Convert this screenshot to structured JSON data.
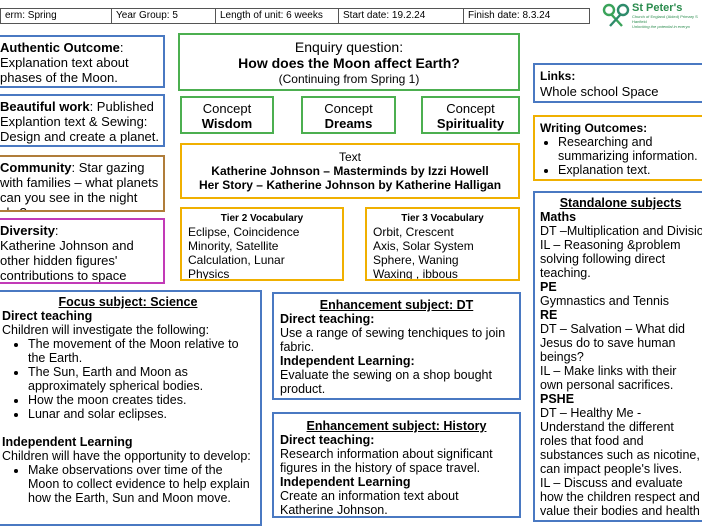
{
  "header": {
    "term": "erm: Spring",
    "year_group": "Year Group: 5",
    "length": "Length of unit:  6 weeks",
    "start_date": "Start date: 19.2.24",
    "finish_date": "Finish date: 8.3.24"
  },
  "logo": {
    "name": "St Peter's",
    "line1": "Church of England (Aided) Primary S",
    "line2": "Hanfield",
    "tagline": "Unlocking the potential in everyo",
    "colors": {
      "green": "#3aa35a",
      "teal": "#2e8b6b",
      "name": "#2b8c4e"
    }
  },
  "authentic": {
    "title": "Authentic Outcome",
    "body": "Explanation text about phases of the Moon."
  },
  "beautiful": {
    "title": "Beautiful work",
    "body": ": Published Explantion text & Sewing: Design and create a planet."
  },
  "community": {
    "title": "Community",
    "body": ": Star gazing with families – what planets can you see in the night sky?"
  },
  "diversity": {
    "title": "Diversity",
    "body": "Katherine Johnson and other hidden figures' contributions to space science and travel."
  },
  "enquiry": {
    "label": "Enquiry question:",
    "question": "How does the Moon affect Earth?",
    "note": "(Continuing from Spring 1)"
  },
  "concepts": [
    {
      "label": "Concept",
      "value": "Wisdom"
    },
    {
      "label": "Concept",
      "value": "Dreams"
    },
    {
      "label": "Concept",
      "value": "Spirituality"
    }
  ],
  "text_box": {
    "label": "Text",
    "line1": "Katherine Johnson – Masterminds by Izzi Howell",
    "line2": "Her Story – Katherine Johnson by Katherine Halligan"
  },
  "tier2": {
    "title": "Tier 2 Vocabulary",
    "words": [
      "Eclipse, Coincidence",
      "Minority, Satellite",
      "Calculation, Lunar",
      "Physics"
    ]
  },
  "tier3": {
    "title": "Tier 3 Vocabulary",
    "words": [
      "Orbit, Crescent",
      "Axis, Solar System",
      "Sphere, Waning",
      "Waxing , ibbous"
    ]
  },
  "links": {
    "title": "Links:",
    "body": "Whole school Space project"
  },
  "writing": {
    "title": "Writing Outcomes:",
    "items": [
      "Researching and summarizing information.",
      "Explanation text."
    ]
  },
  "science": {
    "title": "Focus subject: Science",
    "direct_label": "Direct teaching",
    "direct_intro": "Children will investigate the following:",
    "direct_items": [
      "The movement of the Moon relative to the Earth.",
      "The Sun, Earth and Moon as approximately spherical bodies.",
      "How the moon creates tides.",
      "Lunar and solar eclipses."
    ],
    "indep_label": "Independent Learning",
    "indep_intro": "Children will have the opportunity to develop:",
    "indep_items": [
      "Make observations over time of the Moon to collect evidence to help explain how the Earth, Sun and Moon move."
    ]
  },
  "dt": {
    "title": "Enhancement subject: DT",
    "direct_label": "Direct teaching:",
    "direct_body": "Use a range of sewing tenchiques to join fabric.",
    "indep_label": "Independent Learning:",
    "indep_body": "Evaluate the sewing on a shop bought product."
  },
  "history": {
    "title": "Enhancement subject: History",
    "direct_label": "Direct teaching:",
    "direct_body": "Research information about significant figures in the history of space travel.",
    "indep_label": "Independent Learning",
    "indep_body": "Create an information text about Katherine Johnson."
  },
  "standalone": {
    "title": "Standalone subjects",
    "sections": [
      {
        "heading": "Maths",
        "lines": [
          "DT –Multiplication and Division",
          "IL – Reasoning &problem solving following direct teaching."
        ]
      },
      {
        "heading": "PE",
        "lines": [
          "Gymnastics and Tennis"
        ]
      },
      {
        "heading": "RE",
        "lines": [
          "DT – Salvation – What did Jesus do to save human beings?",
          "IL – Make links with their own personal sacrifices."
        ]
      },
      {
        "heading": "PSHE",
        "lines": [
          "DT – Healthy Me - Understand the different roles that food and substances such as nicotine, can impact people's lives.",
          "IL – Discuss and evaluate how the children respect and value their bodies and health"
        ]
      }
    ]
  }
}
